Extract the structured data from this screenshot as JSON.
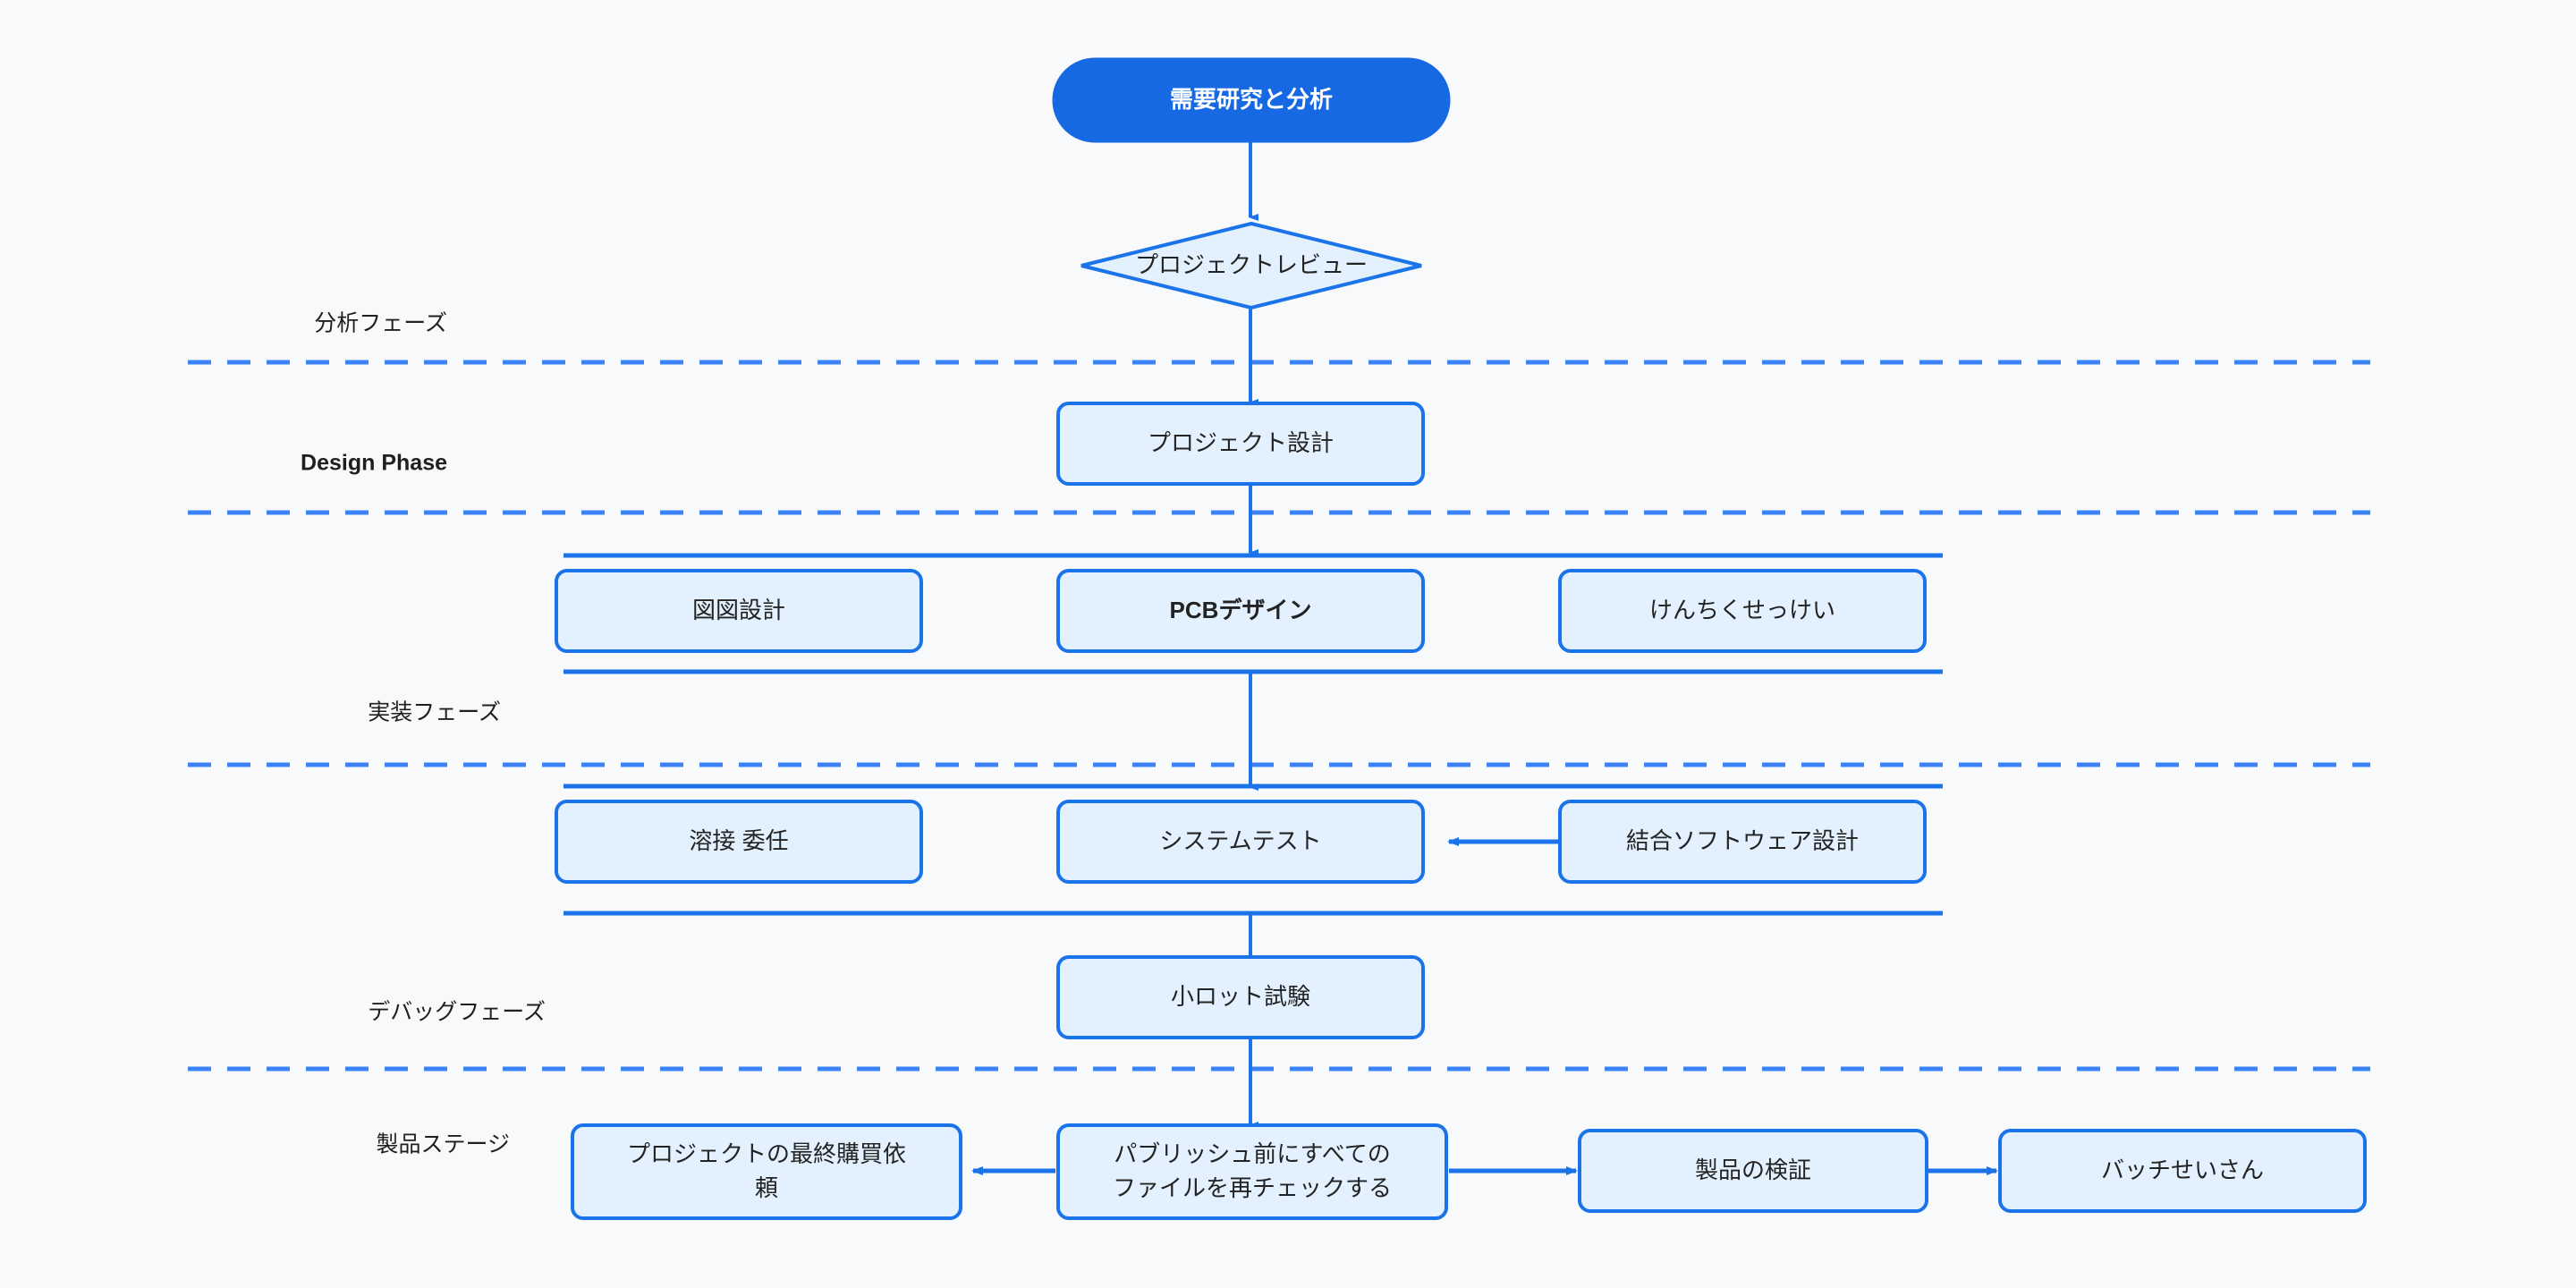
{
  "diagram": {
    "title": "Product Development Flowchart",
    "background_color": "#f8f9fa",
    "accent_color": "#1a73e8",
    "node_fill": "#e3f0fd",
    "node_stroke": "#1a73e8",
    "start_node_fill": "#1668e3",
    "start_node_text_color": "#ffffff",
    "separator_color": "#3b82f6",
    "text_color": "#232323"
  },
  "phases": [
    {
      "id": "analysis",
      "label": "分析フェーズ",
      "bold": false
    },
    {
      "id": "design",
      "label": "Design Phase",
      "bold": true
    },
    {
      "id": "implementation",
      "label": "実装フェーズ",
      "bold": false
    },
    {
      "id": "debug",
      "label": "デバッグフェーズ",
      "bold": false
    },
    {
      "id": "product",
      "label": "製品ステージ",
      "bold": false
    }
  ],
  "nodes": {
    "start": {
      "label": "需要研究と分析",
      "shape": "stadium",
      "style": "filled"
    },
    "review": {
      "label": "プロジェクトレビュー",
      "shape": "diamond",
      "style": "outlined"
    },
    "project_design": {
      "label": "プロジェクト設計",
      "shape": "rect",
      "style": "outlined"
    },
    "schematic": {
      "label": "図図設計",
      "shape": "rect",
      "style": "outlined"
    },
    "pcb": {
      "label": "PCBデザイン",
      "shape": "rect",
      "style": "outlined",
      "bold": true
    },
    "structure": {
      "label": "けんちくせっけい",
      "shape": "rect",
      "style": "outlined"
    },
    "welding": {
      "label": "溶接 委任",
      "shape": "rect",
      "style": "outlined"
    },
    "system_test": {
      "label": "システムテスト",
      "shape": "rect",
      "style": "outlined"
    },
    "software": {
      "label": "結合ソフトウェア設計",
      "shape": "rect",
      "style": "outlined"
    },
    "small_lot": {
      "label": "小ロット試験",
      "shape": "rect",
      "style": "outlined"
    },
    "purchase": {
      "label": "プロジェクトの最終購買依\n頼",
      "line1": "プロジェクトの最終購買依",
      "line2": "頼",
      "shape": "rect",
      "style": "outlined"
    },
    "recheck": {
      "label": "パブリッシュ前にすべての\nファイルを再チェックする",
      "line1": "パブリッシュ前にすべての",
      "line2": "ファイルを再チェックする",
      "shape": "rect",
      "style": "outlined"
    },
    "verification": {
      "label": "製品の検証",
      "shape": "rect",
      "style": "outlined"
    },
    "batch_production": {
      "label": "バッチせいさん",
      "shape": "rect",
      "style": "outlined"
    }
  },
  "edges": [
    {
      "from": "start",
      "to": "review",
      "type": "arrow-down"
    },
    {
      "from": "review",
      "to": "project_design",
      "type": "arrow-down"
    },
    {
      "from": "project_design",
      "to": "fork-design",
      "type": "arrow-down"
    },
    {
      "from": "fork-design",
      "to": "join-design",
      "type": "arrow-down"
    },
    {
      "from": "join-design",
      "to": "fork-impl",
      "type": "arrow-down"
    },
    {
      "from": "software",
      "to": "system_test",
      "type": "arrow-left"
    },
    {
      "from": "join-impl",
      "to": "small_lot",
      "type": "arrow-down"
    },
    {
      "from": "small_lot",
      "to": "recheck",
      "type": "arrow-down"
    },
    {
      "from": "recheck",
      "to": "purchase",
      "type": "arrow-left"
    },
    {
      "from": "recheck",
      "to": "verification",
      "type": "arrow-right"
    },
    {
      "from": "verification",
      "to": "batch_production",
      "type": "arrow-right"
    }
  ]
}
